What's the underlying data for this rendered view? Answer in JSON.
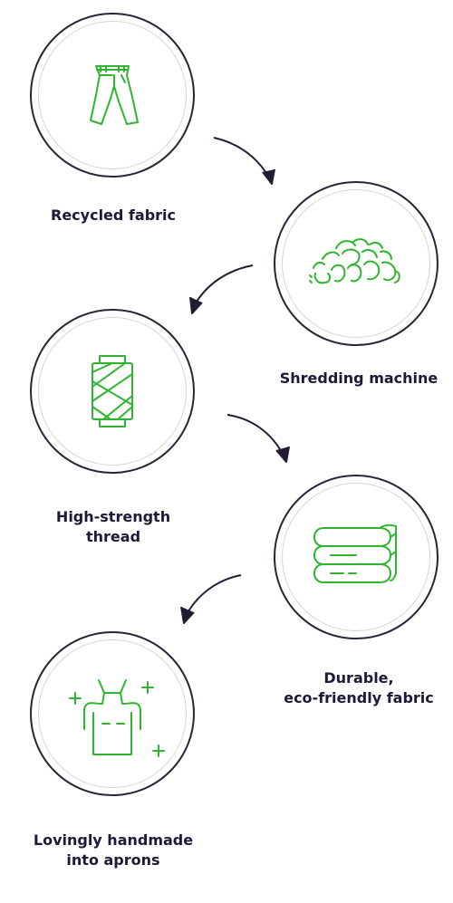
{
  "colors": {
    "icon": "#2fb52f",
    "outline": "#2a2438",
    "text": "#1f1836"
  },
  "steps": [
    {
      "label": "Recycled fabric",
      "icon": "pants-icon"
    },
    {
      "label": "Shredding machine",
      "icon": "shredded-pieces-icon"
    },
    {
      "label": "High-strength\nthread",
      "icon": "thread-spool-icon"
    },
    {
      "label": "Durable,\neco-friendly fabric",
      "icon": "folded-fabric-icon"
    },
    {
      "label": "Lovingly handmade\ninto aprons",
      "icon": "apron-icon"
    }
  ]
}
